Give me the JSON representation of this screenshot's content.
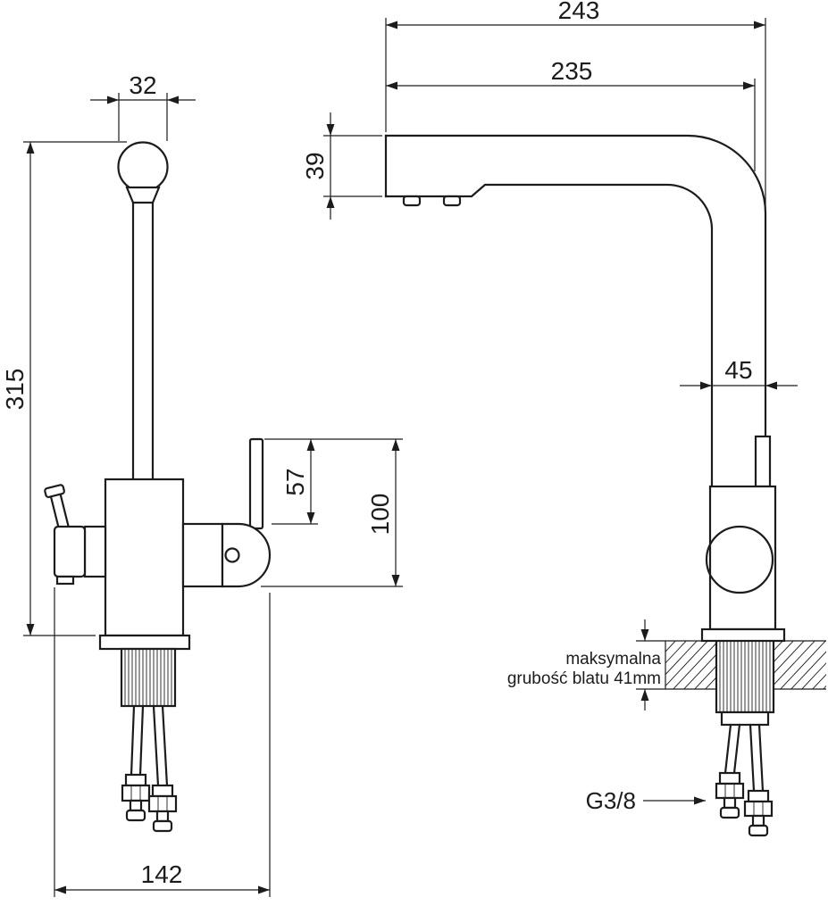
{
  "drawing": {
    "background": "#ffffff",
    "line_color": "#1c1c1c",
    "front_view": {
      "dim_head_diameter": "32",
      "dim_total_height": "315",
      "dim_lever_top_offset": "57",
      "dim_lever_assembly_height": "100",
      "dim_base_width": "142"
    },
    "side_view": {
      "dim_overall_reach": "243",
      "dim_spout_reach": "235",
      "dim_head_height": "39",
      "dim_column_width": "45",
      "note_counter_line1": "maksymalna",
      "note_counter_line2": "grubość blatu 41mm",
      "label_thread": "G3/8"
    }
  }
}
